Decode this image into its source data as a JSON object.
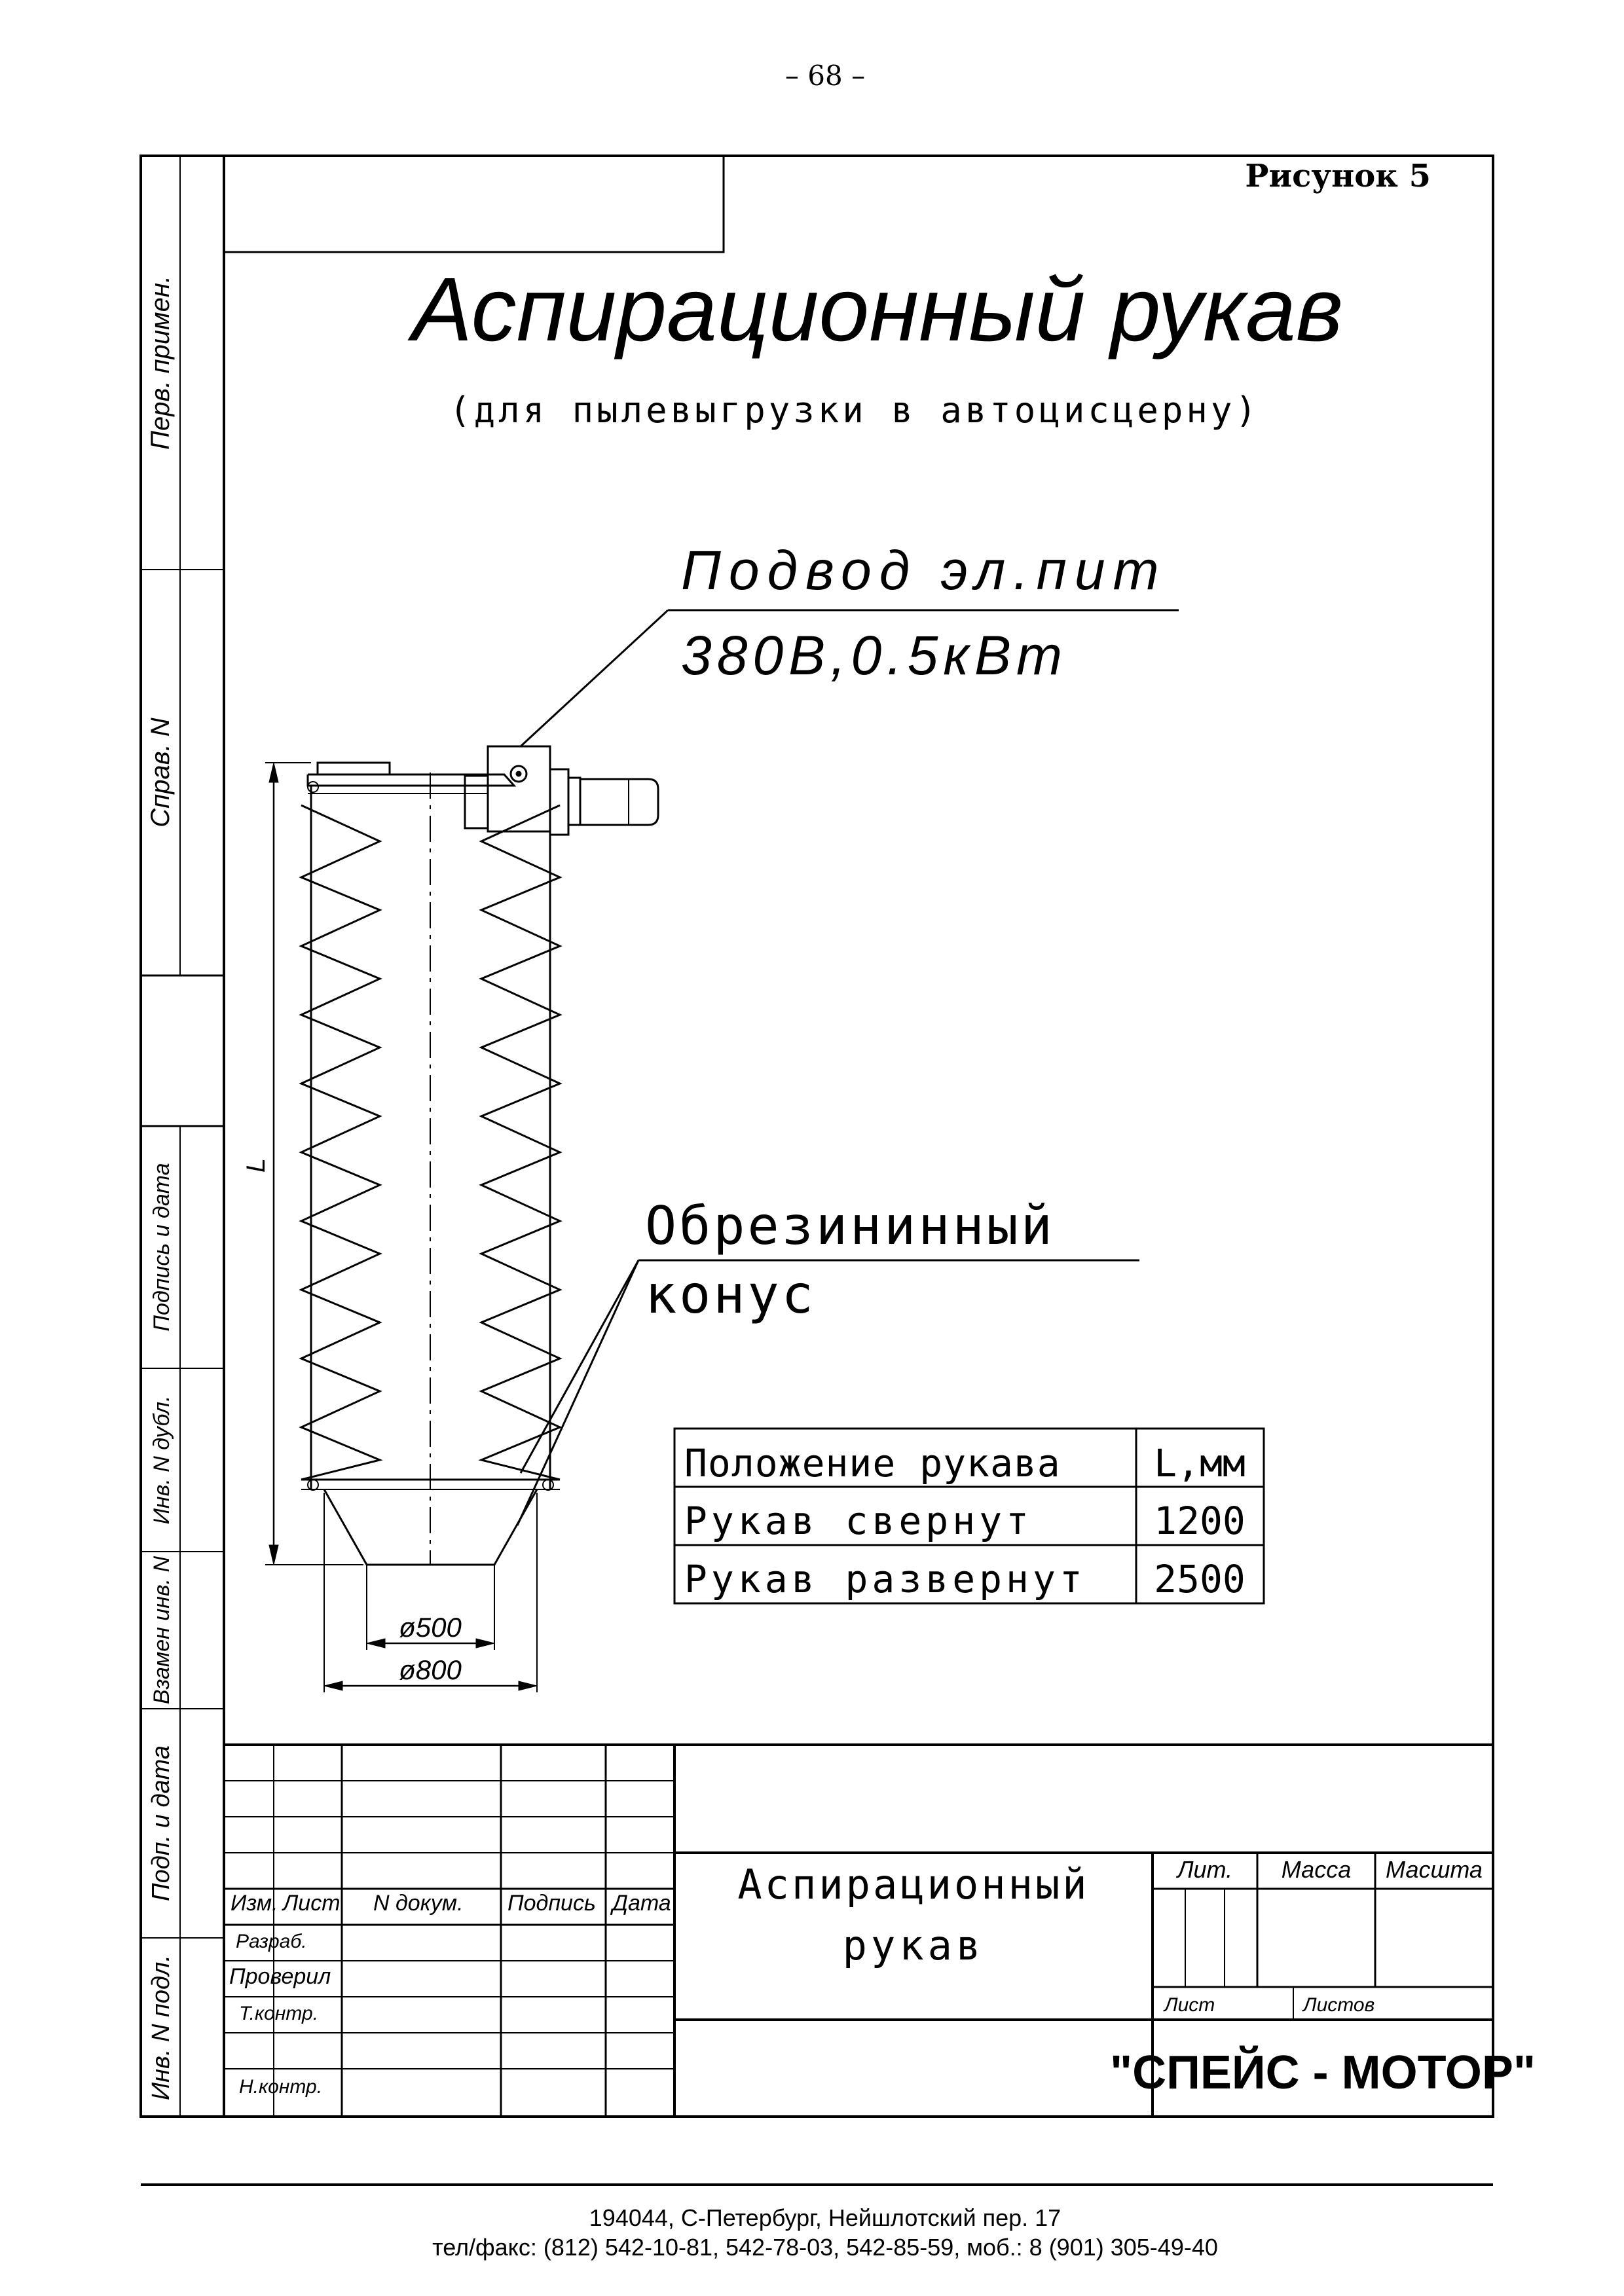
{
  "page_number": "– 68 –",
  "figure_label": "Рисунок 5",
  "title": "Аспирационный рукав",
  "subtitle": "(для пылевыгрузки в автоцисцерну)",
  "callout_power": {
    "line1": "Подвод эл.пит",
    "line2": "380В,0.5кВт"
  },
  "callout_cone": {
    "line1": "Обрезининный",
    "line2": "конус"
  },
  "dim_L": "L",
  "dim_d500": "ø500",
  "dim_d800": "ø800",
  "spec_table": {
    "headers": [
      "Положение рукава",
      "L,мм"
    ],
    "rows": [
      [
        "Рукав свернут",
        "1200"
      ],
      [
        "Рукав развернут",
        "2500"
      ]
    ]
  },
  "side_labels": {
    "perv_primen": "Перв. примен.",
    "sprav_n": "Справ. N",
    "podpis_data_1": "Подпись и дата",
    "inv_n_dubl": "Инв. N дубл.",
    "vzamen_inv_n": "Взамен инв. N",
    "podp_i_data": "Подп. и дата",
    "inv_n_podl": "Инв. N подл."
  },
  "title_block": {
    "col_izm": "Изм.",
    "col_list": "Лист",
    "col_ndokum": "N докум.",
    "col_podpis": "Подпись",
    "col_data": "Дата",
    "razrab": "Разраб.",
    "proveril": "Проверил",
    "tkontr": "Т.контр.",
    "nkontr": "Н.контр.",
    "name_line1": "Аспирационный",
    "name_line2": "рукав",
    "lit": "Лит.",
    "massa": "Масса",
    "masshtab": "Масшта",
    "list": "Лист",
    "listov": "Листов",
    "company": "\"СПЕЙС - МОТОР\""
  },
  "footer": {
    "address": "194044, С-Петербург, Нейшлотский пер. 17",
    "phones": "тел/факс: (812) 542-10-81, 542-78-03, 542-85-59, моб.: 8 (901) 305-49-40"
  }
}
